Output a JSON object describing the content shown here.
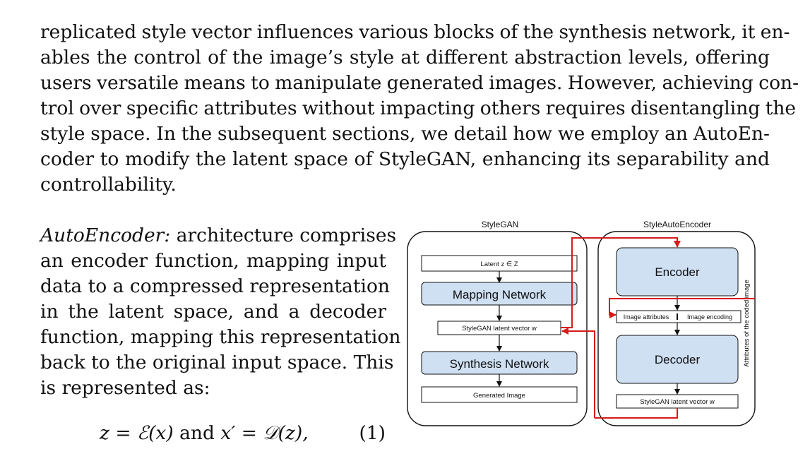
{
  "paragraph": {
    "lines": [
      "replicated style vector influences various blocks of the synthesis network, it en-",
      "ables the control of the image’s style at different abstraction levels, offering",
      "users versatile means to manipulate generated images. However, achieving con-",
      "trol over specific attributes without impacting others requires disentangling the",
      "style space. In the subsequent sections, we detail how we employ an AutoEn-",
      "coder to modify the latent space of StyleGAN, enhancing its separability and",
      "controllability."
    ]
  },
  "autoencoder": {
    "heading": "AutoEncoder:",
    "first_line_rest": " architecture comprises",
    "lines": [
      "an encoder function, mapping input",
      "data to a compressed representation",
      "in the latent space, and a decoder",
      "function, mapping this representation",
      "back to the original input space. This",
      "is represented as:"
    ]
  },
  "equation": {
    "z": "z",
    "eq1": " = ",
    "enc": "ℰ(x)",
    "and": " and ",
    "xp": "x′",
    "eq2": " = ",
    "dec": "𝒟(z),",
    "number": "(1)"
  },
  "figure": {
    "left_title": "StyleGAN",
    "right_title": "StyleAutoEncoder",
    "latent_z": "Latent z ∈ Z",
    "mapping_network": "Mapping Network",
    "stylegan_latent_w": "StyleGAN latent vector w",
    "synthesis_network": "Synthesis Network",
    "generated_image": "Generated Image",
    "encoder": "Encoder",
    "image_attributes": "Image attributes",
    "image_encoding": "Image encoding",
    "decoder": "Decoder",
    "stylegan_latent_w_right": "StyleGAN latent vector w",
    "side_label": "Attributes of the coded image",
    "colors": {
      "block_fill": "#cfe0f3",
      "arrow_red": "#d71a1a"
    }
  }
}
